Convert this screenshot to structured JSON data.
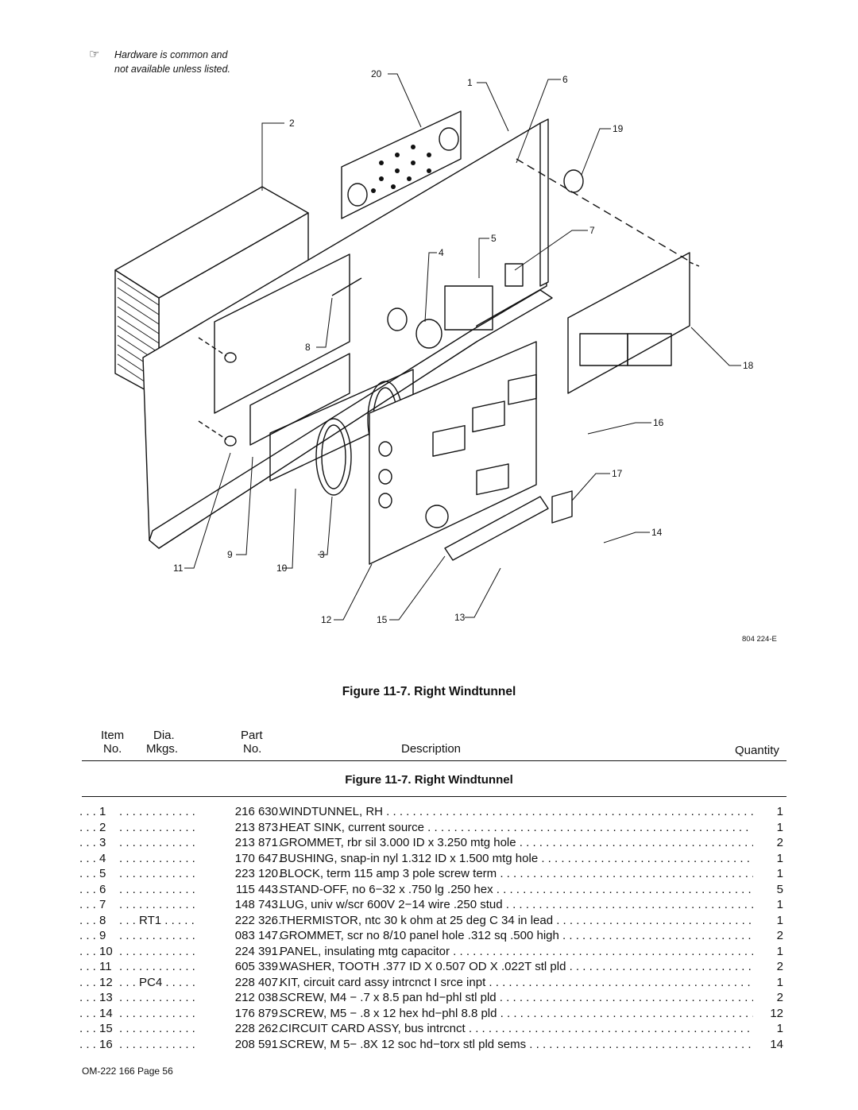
{
  "drawing": {
    "note_line1": "Hardware is common and",
    "note_line2": "not available unless listed.",
    "note_icon": "pointing-hand-icon",
    "drawing_number": "804 224-E",
    "callouts": [
      "20",
      "1",
      "6",
      "2",
      "19",
      "5",
      "7",
      "4",
      "8",
      "18",
      "16",
      "17",
      "14",
      "9",
      "3",
      "11",
      "10",
      "12",
      "15",
      "13"
    ]
  },
  "figure_caption": "Figure 11-7. Right Windtunnel",
  "table": {
    "headers": {
      "item_line1": "Item",
      "item_line2": "No.",
      "dia_line1": "Dia.",
      "dia_line2": "Mkgs.",
      "part_line1": "Part",
      "part_line2": "No.",
      "description": "Description",
      "quantity": "Quantity"
    },
    "section_title": "Figure 11-7. Right Windtunnel",
    "rows": [
      {
        "item": "1",
        "dia": "",
        "part": "216 630",
        "desc": "WINDTUNNEL, RH",
        "qty": "1"
      },
      {
        "item": "2",
        "dia": "",
        "part": "213 873",
        "desc": "HEAT SINK, current source",
        "qty": "1"
      },
      {
        "item": "3",
        "dia": "",
        "part": "213 871",
        "desc": "GROMMET, rbr sil 3.000 ID x 3.250 mtg hole",
        "qty": "2"
      },
      {
        "item": "4",
        "dia": "",
        "part": "170 647",
        "desc": "BUSHING, snap-in nyl 1.312 ID x 1.500 mtg hole",
        "qty": "1"
      },
      {
        "item": "5",
        "dia": "",
        "part": "223 120",
        "desc": "BLOCK, term 115 amp 3 pole screw term",
        "qty": "1"
      },
      {
        "item": "6",
        "dia": "",
        "part": "115 443",
        "desc": "STAND-OFF, no 6−32 x .750 lg .250 hex",
        "qty": "5"
      },
      {
        "item": "7",
        "dia": "",
        "part": "148 743",
        "desc": "LUG, univ w/scr 600V  2−14 wire .250 stud",
        "qty": "1"
      },
      {
        "item": "8",
        "dia": "RT1",
        "part": "222 326",
        "desc": "THERMISTOR, ntc 30 k ohm at 25 deg C 34 in lead",
        "qty": "1"
      },
      {
        "item": "9",
        "dia": "",
        "part": "083 147",
        "desc": "GROMMET, scr no 8/10 panel hole .312 sq .500 high",
        "qty": "2"
      },
      {
        "item": "10",
        "dia": "",
        "part": "224 391",
        "desc": "PANEL, insulating mtg capacitor",
        "qty": "1"
      },
      {
        "item": "11",
        "dia": "",
        "part": "605 339",
        "desc": "WASHER, TOOTH .377 ID X 0.507 OD X .022T stl pld",
        "qty": "2"
      },
      {
        "item": "12",
        "dia": "PC4",
        "part": "228 407",
        "desc": "KIT, circuit card assy intrcnct I srce inpt",
        "qty": "1"
      },
      {
        "item": "13",
        "dia": "",
        "part": "212 038",
        "desc": "SCREW, M4 − .7 x 8.5 pan hd−phl stl pld",
        "qty": "2"
      },
      {
        "item": "14",
        "dia": "",
        "part": "176 879",
        "desc": "SCREW, M5 − .8 x 12 hex hd−phl 8.8 pld",
        "qty": "12"
      },
      {
        "item": "15",
        "dia": "",
        "part": "228 262",
        "desc": "CIRCUIT CARD ASSY, bus intrcnct",
        "qty": "1"
      },
      {
        "item": "16",
        "dia": "",
        "part": "208 591",
        "desc": "SCREW, M 5− .8X 12 soc hd−torx stl pld sems",
        "qty": "14"
      }
    ]
  },
  "footer": "OM-222 166 Page 56"
}
